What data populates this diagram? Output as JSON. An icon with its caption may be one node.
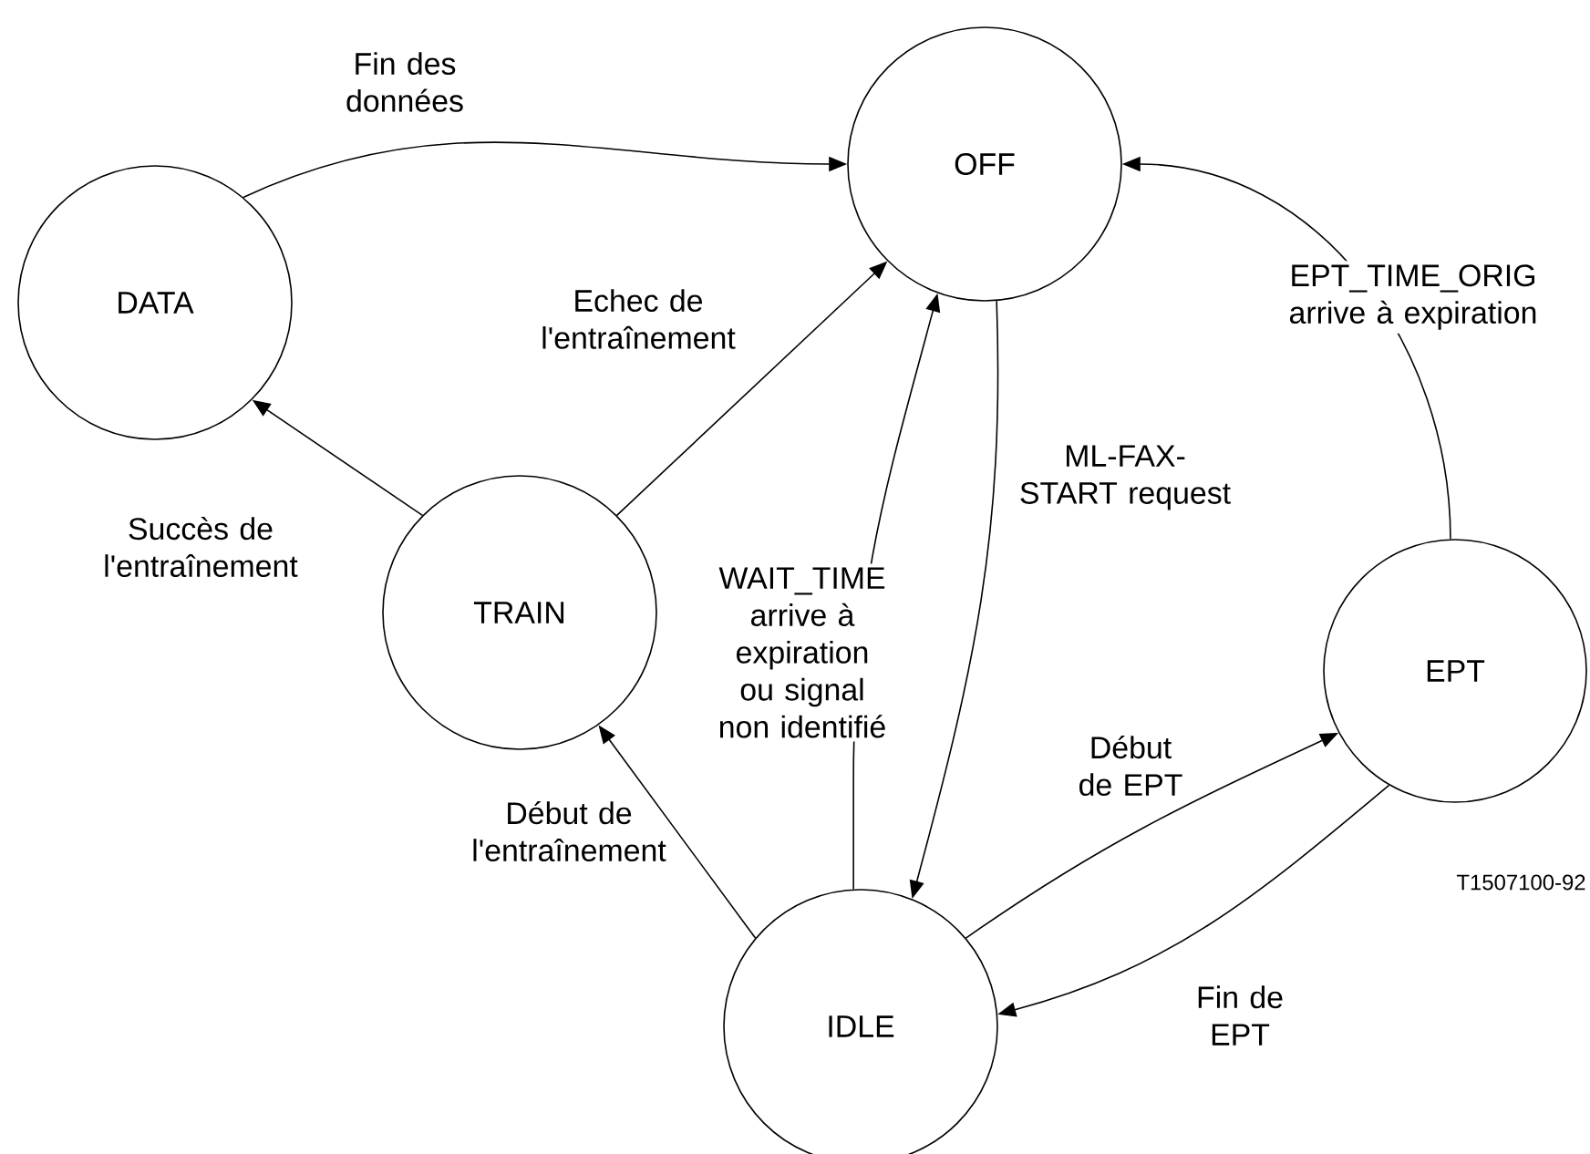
{
  "diagram": {
    "nodes": [
      {
        "text": [
          "OFF"
        ]
      },
      {
        "text": [
          "DATA"
        ]
      },
      {
        "text": [
          "TRAIN"
        ]
      },
      {
        "text": [
          "EPT"
        ]
      },
      {
        "text": [
          "IDLE"
        ]
      }
    ],
    "edges": [
      {
        "from": 1,
        "to": 0,
        "arrow": "to",
        "label": "Fin des données"
      },
      {
        "from": 2,
        "to": 1,
        "arrow": "to",
        "label": "Succès de l'entraînement"
      },
      {
        "from": 2,
        "to": 0,
        "arrow": "to",
        "label": "Echec de l'entraînement"
      },
      {
        "from": 4,
        "to": 0,
        "arrow": "to",
        "label": "WAIT_TIME arrive à expiration ou signal non identifié"
      },
      {
        "from": 0,
        "to": 4,
        "arrow": "to",
        "label": "ML-FAX-START request"
      },
      {
        "from": 3,
        "to": 0,
        "arrow": "to",
        "label": "EPT_TIME_ORIG arrive à expiration"
      },
      {
        "from": 4,
        "to": 2,
        "arrow": "to",
        "label": "Début de l'entraînement"
      },
      {
        "from": 4,
        "to": 3,
        "arrow": "to",
        "label": "Début de EPT"
      },
      {
        "from": 3,
        "to": 4,
        "arrow": "to",
        "label": "Fin de EPT"
      }
    ],
    "labels": [
      "T1507100-92"
    ]
  }
}
